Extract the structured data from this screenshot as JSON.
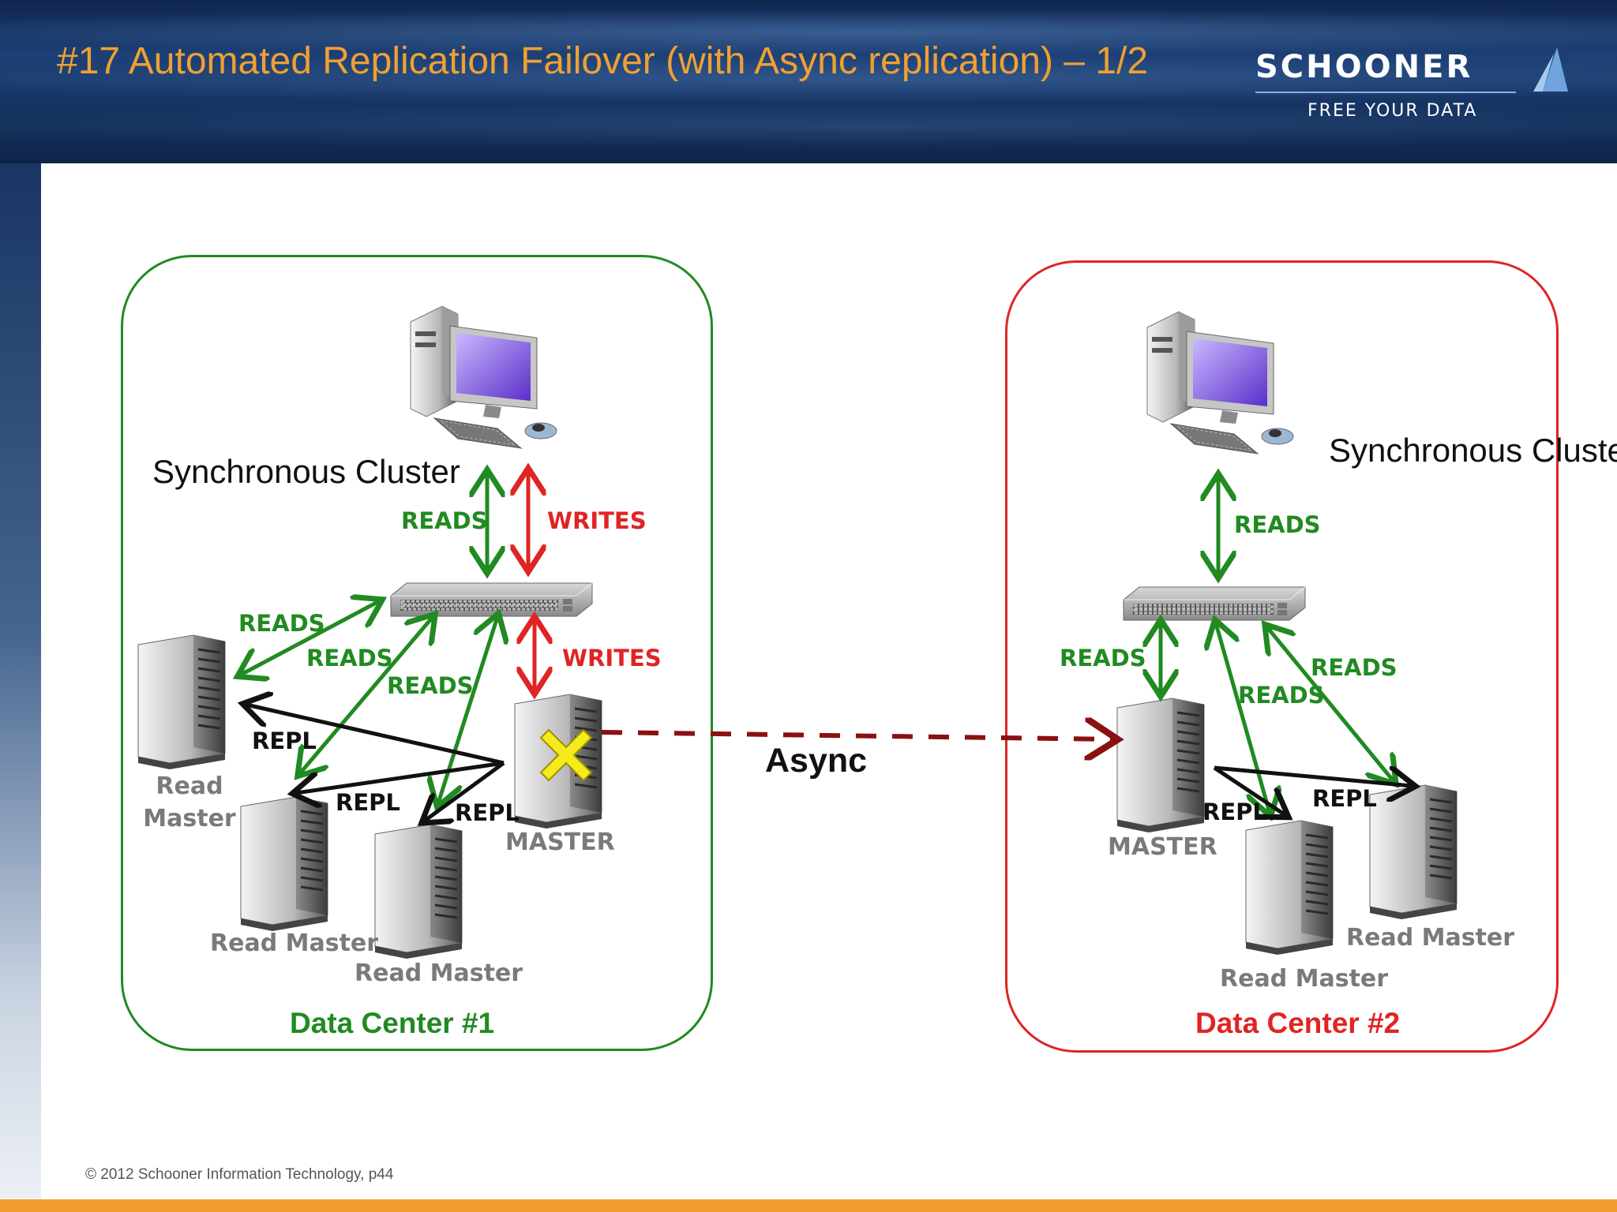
{
  "slide": {
    "title": "#17 Automated Replication Failover (with Async replication) – 1/2",
    "footer": "© 2012 Schooner Information Technology, p44"
  },
  "logo": {
    "name": "SCHOONER",
    "tagline": "FREE YOUR DATA"
  },
  "data_center_1": {
    "name": "Data Center #1",
    "cluster_label": "Synchronous Cluster",
    "client_reads": "READS",
    "client_writes": "WRITES",
    "switch_reads_1": "READS",
    "switch_reads_2": "READS",
    "switch_reads_3": "READS",
    "master_writes": "WRITES",
    "repl_1": "REPL",
    "repl_2": "REPL",
    "repl_3": "REPL",
    "read_master_1": "Read Master",
    "read_master_2": "Read Master",
    "read_master_3": "Read Master",
    "master": "MASTER",
    "master_status": "failed"
  },
  "data_center_2": {
    "name": "Data Center #2",
    "cluster_label": "Synchronous Cluster",
    "client_reads": "READS",
    "switch_reads_1": "READS",
    "switch_reads_2": "READS",
    "switch_reads_3": "READS",
    "repl_1": "REPL",
    "repl_2": "REPL",
    "master": "MASTER",
    "read_master_1": "Read Master",
    "read_master_2": "Read Master"
  },
  "link": {
    "label": "Async"
  },
  "colors": {
    "dc1": "#218a21",
    "dc2": "#e02424",
    "async_link": "#8b1010",
    "title": "#f0a032",
    "failure_mark": "#f5ea1c"
  }
}
